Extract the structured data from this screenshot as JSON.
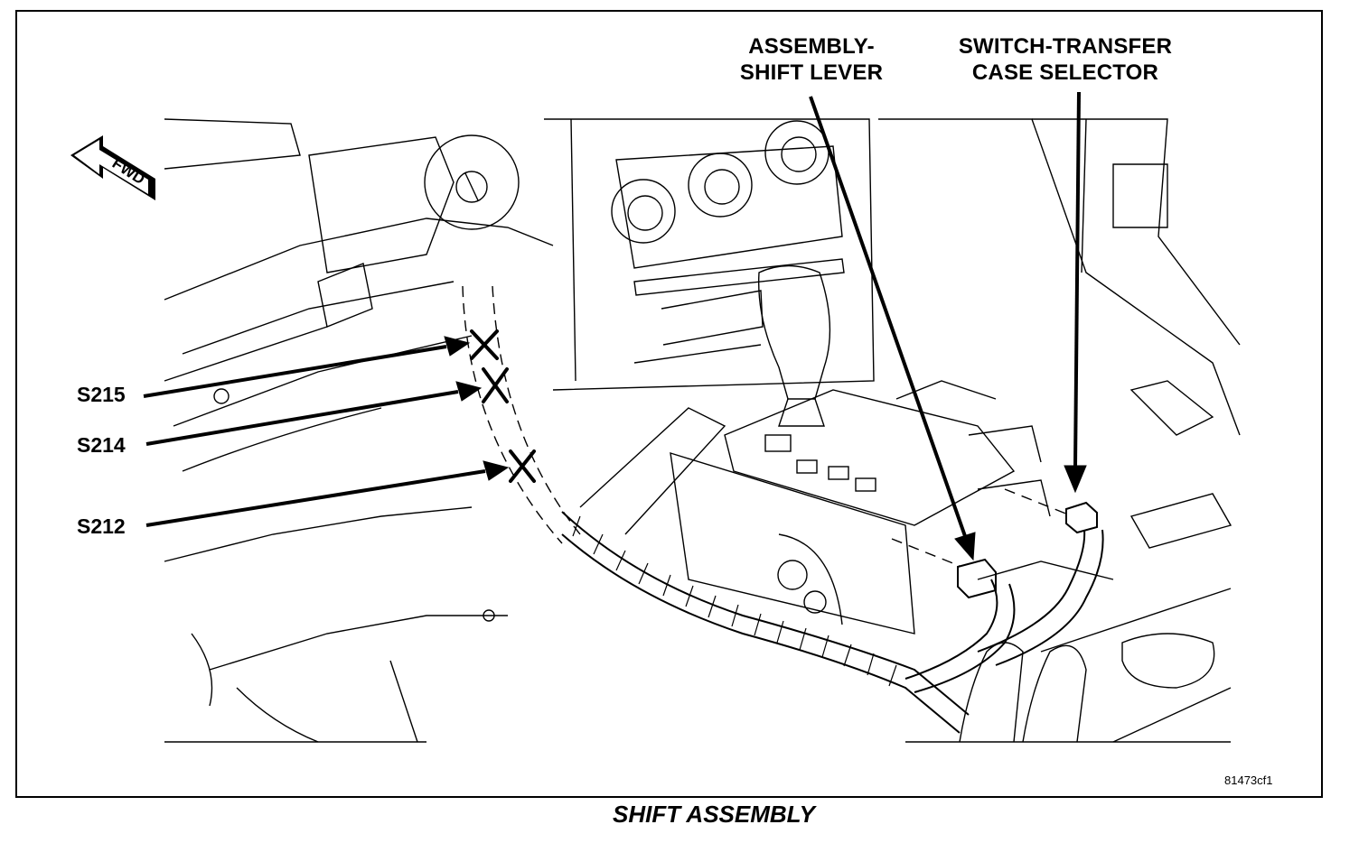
{
  "callouts": {
    "shift_lever": [
      "ASSEMBLY-",
      "SHIFT LEVER"
    ],
    "transfer_switch": [
      "SWITCH-TRANSFER",
      "CASE SELECTOR"
    ]
  },
  "fwd_marker": "FWD",
  "connectors": [
    "S215",
    "S214",
    "S212"
  ],
  "figure_id": "81473cf1",
  "caption": "SHIFT ASSEMBLY",
  "colors": {
    "ink": "#000000",
    "paper": "#ffffff"
  }
}
